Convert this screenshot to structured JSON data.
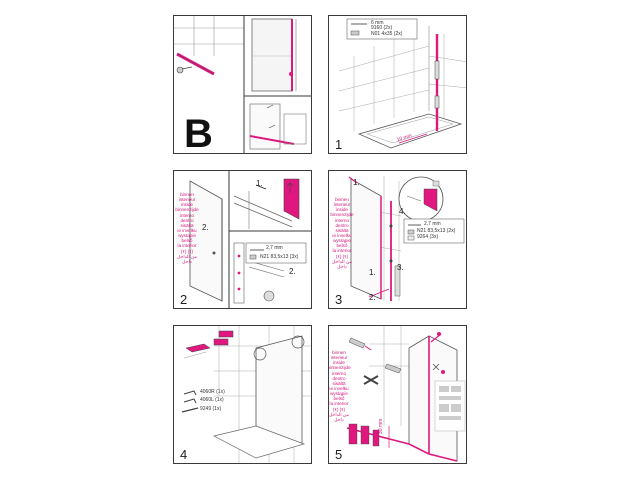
{
  "panels": {
    "B": {
      "letter": "B"
    },
    "step1": {
      "number": "1",
      "parts": [
        {
          "size": "6 mm",
          "code": "9160 (2x)"
        },
        {
          "code": "N01 4x35 (2x)"
        }
      ],
      "measure": "10 mm"
    },
    "step2": {
      "number": "2",
      "side_text": "binnen\ninterieur\ninside\nbinnenzijde\ninterno\ndentro\nsisältä\nie invelku\nwystąpie\nbelső\nla interior\n(१) (१)\nمن الداخل\nداخل",
      "sub1": "1.",
      "sub2": "2.",
      "door": "2.",
      "parts": [
        {
          "size": "2,7 mm"
        },
        {
          "code": "N21 83,5x13 (3x)"
        }
      ]
    },
    "step3": {
      "number": "3",
      "side_text": "binnen\ninterieur\ninside\nbinnenzijde\ninterno\ndentro\nsisältä\nie invelku\nwystąpie\nbelső\nla interior\n(१) (१)\nمن الداخل\nداخل",
      "labels": [
        "1.",
        "1.",
        "2.",
        "3.",
        "4."
      ],
      "parts": [
        {
          "size": "2,7 mm"
        },
        {
          "code": "N21 83,5x13 (2x)"
        },
        {
          "code": "9264 (3x)"
        }
      ]
    },
    "step4": {
      "number": "4",
      "parts": [
        {
          "code": "4060R (1x)"
        },
        {
          "code": "4060L (1x)"
        },
        {
          "code": "9249 (1x)"
        }
      ]
    },
    "step5": {
      "number": "5",
      "side_text": "binnen\ninterieur\ninside\nbinnenzijde\ninterno\ndentro\nsisältä\nie invelku\nwystąpie\nbelső\nla interior\n(१) (१)\nمن الداخل\nداخل",
      "measure": "30 mm"
    }
  },
  "colors": {
    "accent": "#e0177f",
    "line": "#3a3a3a",
    "tile": "#9a9a9a"
  }
}
